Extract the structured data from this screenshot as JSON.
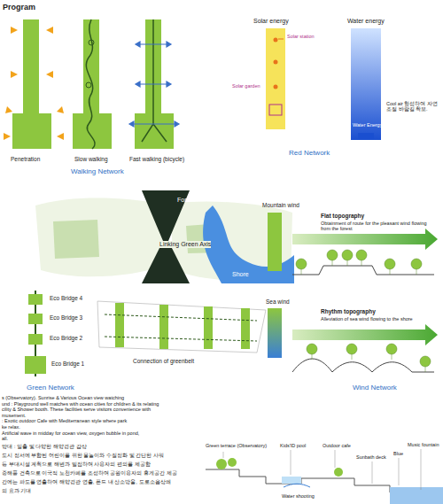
{
  "diagram": {
    "title": "Program",
    "labels": [
      "Penetration",
      "Slow walking",
      "Fast walking (bicycle)",
      "Walking Network",
      "Solar energy",
      "Water energy",
      "Solar station",
      "Solar garden",
      "Water Energy",
      "Cool air 형성하여 자연조절 바람길 확보.",
      "Red Network",
      "Forest",
      "Linking Green Axis",
      "Shore",
      "Eco Bridge 4",
      "Eco Bridge 3",
      "Eco Bridge 2",
      "Eco Bridge 1",
      "Connection of greenbelt",
      "Green Network",
      "Mountain wind",
      "Flat topography",
      "Obtainment of route for the pleasant wind flowing from the forest",
      "Sea wind",
      "Rhythm topography",
      "Alleviation of sea wind flowing to the shore",
      "Wind Network",
      "s (Observatory). Sunrise & Various Ocean view watching",
      "und : Playground well matches with ocean cities for children & its relating",
      "cility & Shower booth. These facilities serve visitors convenience with",
      "musement.",
      ": Exotic outdoor Cafe with Mediterranean style where park",
      "ke relax.",
      "Artificial wave in midday for ocean view, oxygen bubble in pond,",
      "all.",
      "망대 : 일출 및 다양한 해양경관 감상",
      "도시 정서에 부합된 어린이를 위한 물놀이와 수질정화 및 간단한 샤워",
      "등 부대시설 계획으로 해변과 밀접하여 사용자의 편의를 제공함",
      "중해풍 건축으로 이국적 노천카페를 조성하여 공원이용자의 휴게공간 제공",
      "간에는 파도를 연출하여 해양경관 연출, 폰드 내 산소방울, 도로소음상쇄",
      "의 효과 기대",
      "Green terrace (Observatory)",
      "Kids'ID pool",
      "Outdoor cafe",
      "Sunbath deck",
      "Blue",
      "Music fountain",
      "Water shooting"
    ]
  }
}
